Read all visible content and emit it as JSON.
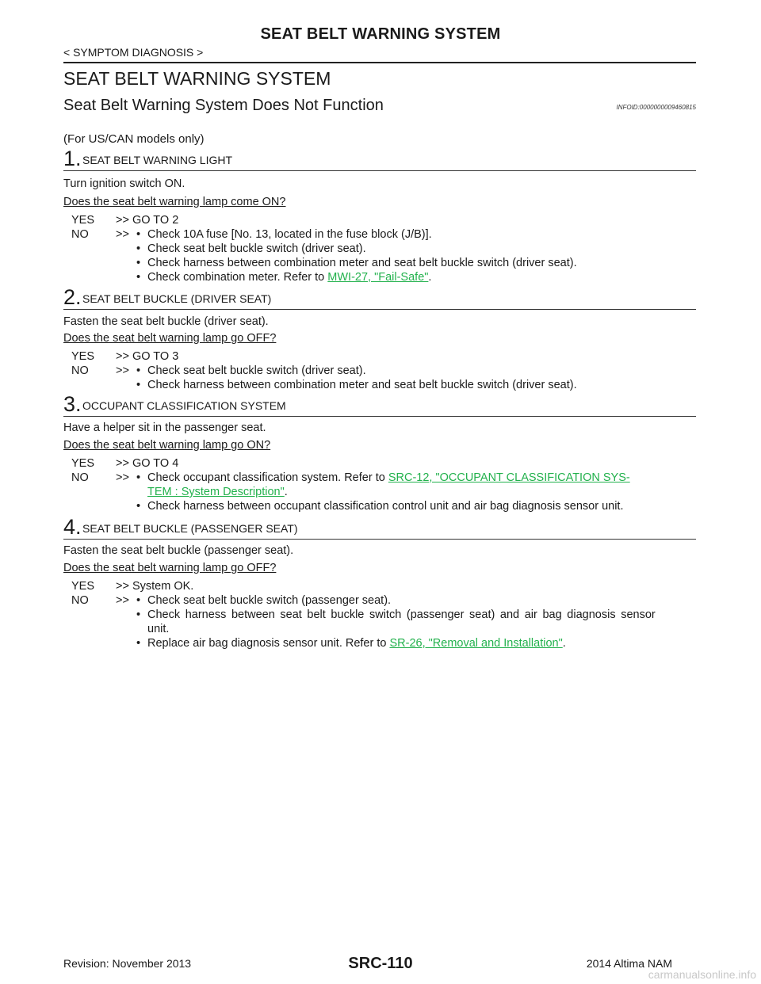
{
  "header": {
    "title": "SEAT BELT WARNING SYSTEM",
    "breadcrumb": "< SYMPTOM DIAGNOSIS >"
  },
  "section": {
    "title": "SEAT BELT WARNING SYSTEM",
    "subtitle": "Seat Belt Warning System Does Not Function",
    "infoid": "INFOID:0000000009460815",
    "note": "(For US/CAN models only)"
  },
  "steps": [
    {
      "num": "1.",
      "name": "SEAT BELT WARNING LIGHT",
      "instruction": "Turn ignition switch ON.",
      "question": "Does the seat belt warning lamp come ON?",
      "yes_label": "YES",
      "yes_text": ">> GO TO 2",
      "no_label": "NO",
      "no_arrow": ">>",
      "no_items": [
        "Check 10A fuse [No. 13, located in the fuse block (J/B)].",
        "Check seat belt buckle switch (driver seat).",
        "Check harness between combination meter and seat belt buckle switch (driver seat).",
        "Check combination meter.  Refer to "
      ],
      "link1": "MWI-27, \"Fail-Safe\"",
      "end1": "."
    },
    {
      "num": "2.",
      "name": "SEAT BELT BUCKLE (DRIVER SEAT)",
      "instruction": "Fasten the seat belt buckle (driver seat).",
      "question": "Does the seat belt warning lamp go OFF?",
      "yes_label": "YES",
      "yes_text": ">> GO TO 3",
      "no_label": "NO",
      "no_arrow": ">>",
      "no_items": [
        "Check seat belt buckle switch (driver seat).",
        "Check harness between combination meter and seat belt buckle switch (driver seat)."
      ]
    },
    {
      "num": "3.",
      "name": "OCCUPANT CLASSIFICATION SYSTEM",
      "instruction": "Have a helper sit in the passenger seat.",
      "question": "Does the seat belt warning lamp go ON?",
      "yes_label": "YES",
      "yes_text": ">> GO TO 4",
      "no_label": "NO",
      "no_arrow": ">>",
      "no_items": [
        "Check occupant classification system.  Refer to ",
        "Check harness between occupant classification control unit and air bag diagnosis sensor unit."
      ],
      "link1": "SRC-12, \"OCCUPANT CLASSIFICATION SYS-",
      "link2": "TEM : System Description\"",
      "end1": "."
    },
    {
      "num": "4.",
      "name": "SEAT BELT BUCKLE (PASSENGER SEAT)",
      "instruction": "Fasten the seat belt buckle (passenger seat).",
      "question": "Does the seat belt warning lamp go OFF?",
      "yes_label": "YES",
      "yes_text": ">> System OK.",
      "no_label": "NO",
      "no_arrow": ">>",
      "no_items": [
        "Check seat belt buckle switch (passenger seat).",
        "Check harness between seat belt buckle switch (passenger seat) and air bag diagnosis sensor",
        "unit.",
        "Replace air bag diagnosis sensor unit.  Refer to "
      ],
      "link1": "SR-26, \"Removal and Installation\"",
      "end1": "."
    }
  ],
  "bullet": "•",
  "footer": {
    "revision": "Revision: November 2013",
    "page": "SRC-110",
    "model": "2014 Altima NAM",
    "watermark": "carmanualsonline.info"
  }
}
